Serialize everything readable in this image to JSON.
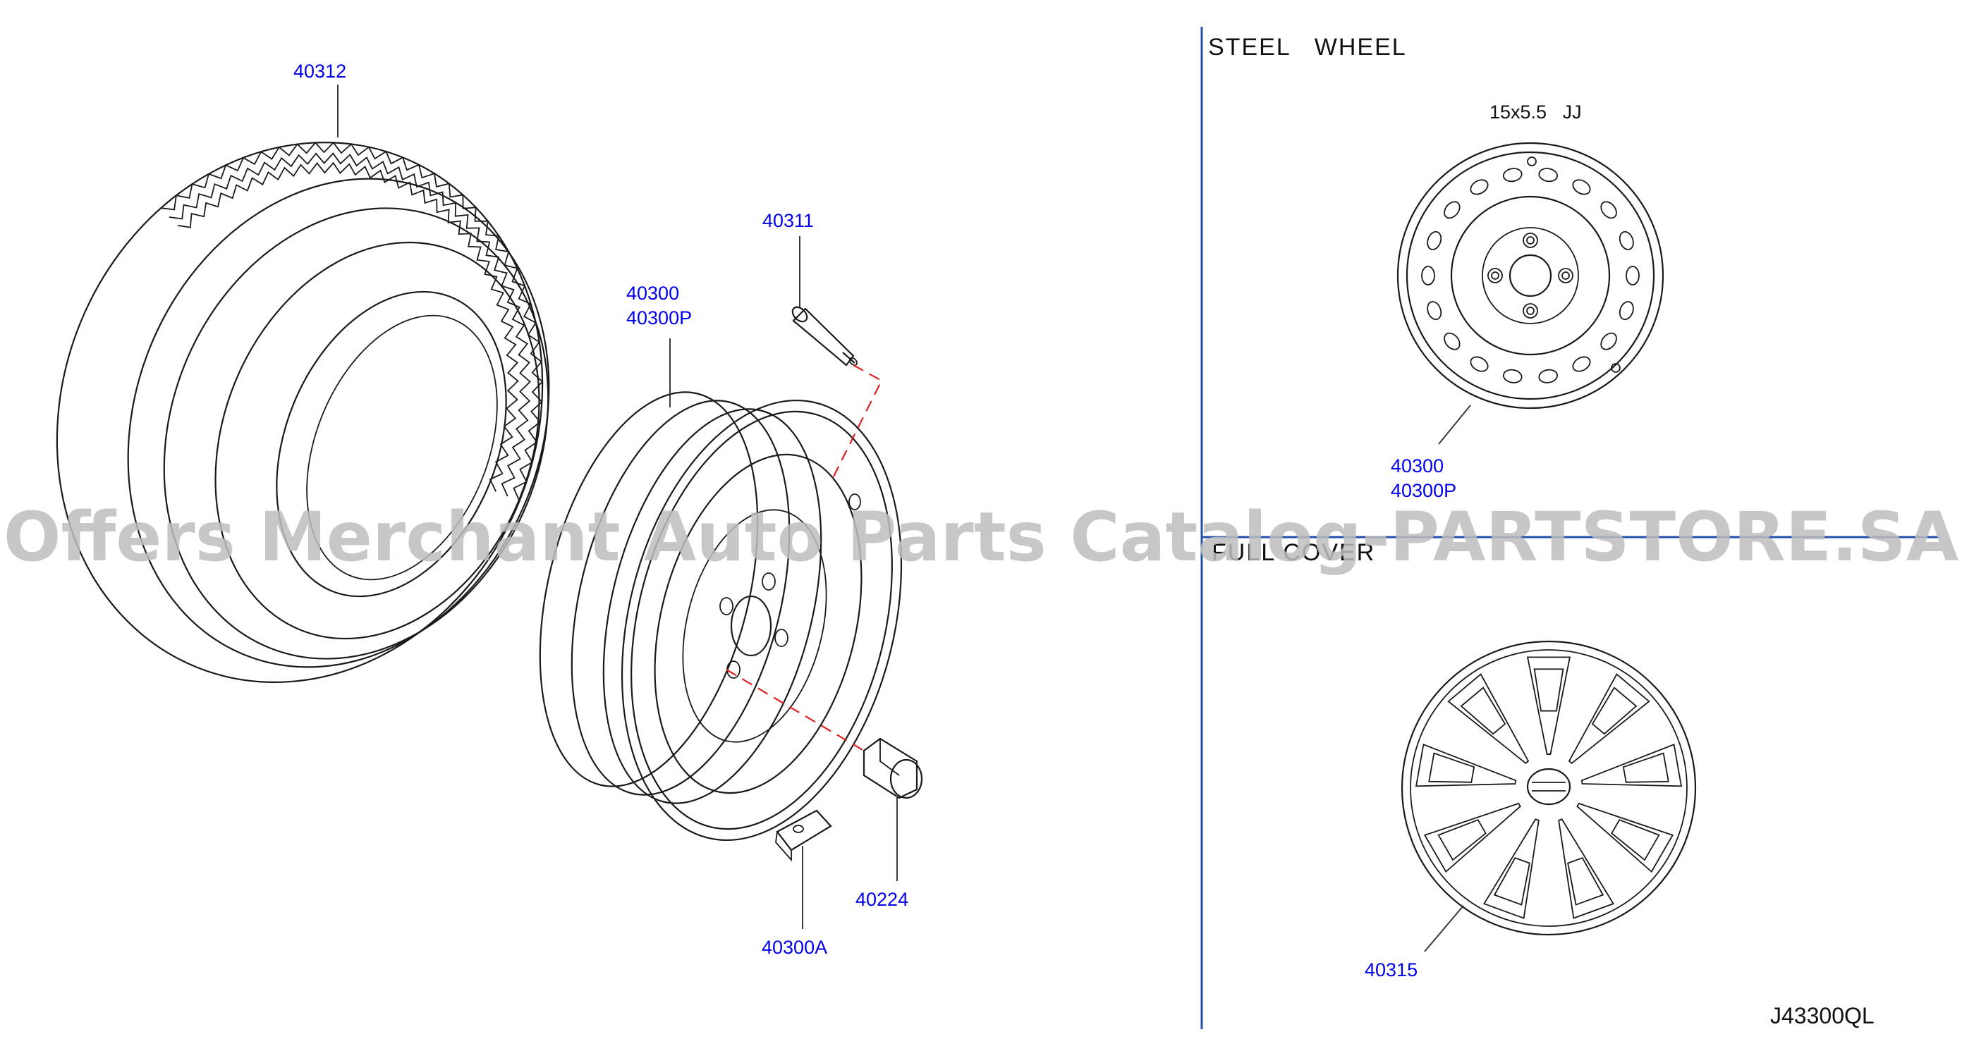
{
  "colors": {
    "callout_text": "#0000ee",
    "line": "#1a1a1a",
    "separator": "#1f4fa8",
    "hidden_line": "#e02020",
    "watermark": "#bdbdbd"
  },
  "sections": {
    "steel_wheel_title": "STEEL   WHEEL",
    "steel_wheel_size": "15x5.5   JJ",
    "full_cover_title": "FULL COVER"
  },
  "callouts": {
    "tire": "40312",
    "valve": "40311",
    "wheel_main_1": "40300",
    "wheel_main_2": "40300P",
    "wheel_side_1": "40300",
    "wheel_side_2": "40300P",
    "nut": "40224",
    "weight": "40300A",
    "cover": "40315"
  },
  "drawing_code": "J43300QL",
  "watermark": "Offers Merchant Auto Parts Catalog-PARTSTORE.SA"
}
